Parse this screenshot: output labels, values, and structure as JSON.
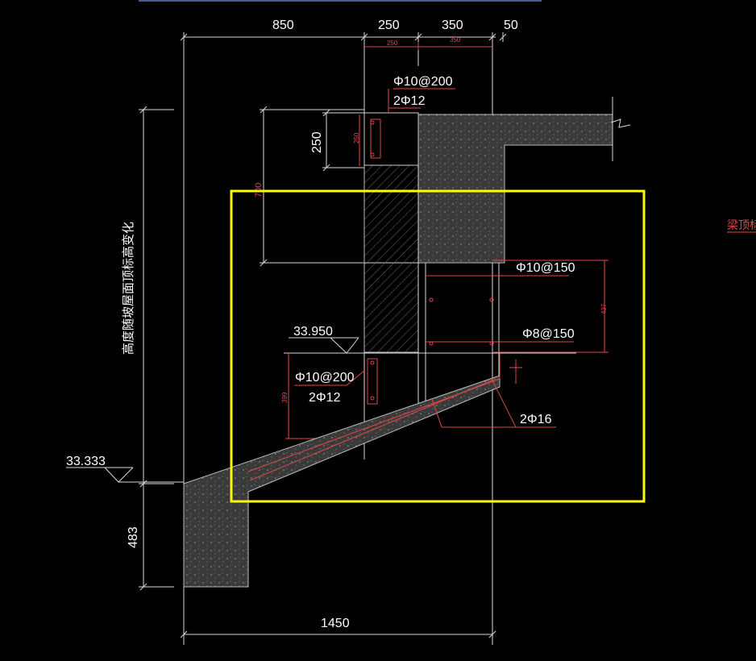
{
  "drawing": {
    "dims_top": [
      "850",
      "250",
      "350",
      "50"
    ],
    "dims_top_small": [
      "250",
      "350"
    ],
    "dim_beam_height": "250",
    "dim_beam_height_small": "250",
    "dim_depth": "700",
    "dim_right_small": "437",
    "dim_left_small": "399",
    "dim_bottom": "1450",
    "dim_left_bottom": "483",
    "elev_upper": "33.950",
    "elev_lower": "33.333",
    "rebar_beam_stirrup": "Φ10@200",
    "rebar_beam_main": "2Φ12",
    "rebar_wall_outer": "Φ10@150",
    "rebar_wall_inner": "Φ8@150",
    "rebar_low_stirrup": "Φ10@200",
    "rebar_low_main": "2Φ12",
    "rebar_slab_bottom": "2Φ16",
    "vertical_note": "高度随坡屋面顶标高变化",
    "side_label": "梁顶标高"
  },
  "colors": {
    "background": "#000000",
    "dimension": "#d9d9d9",
    "rebar": "#e04848",
    "section_fill": "#3a3a3a",
    "selection": "#ffff00"
  }
}
